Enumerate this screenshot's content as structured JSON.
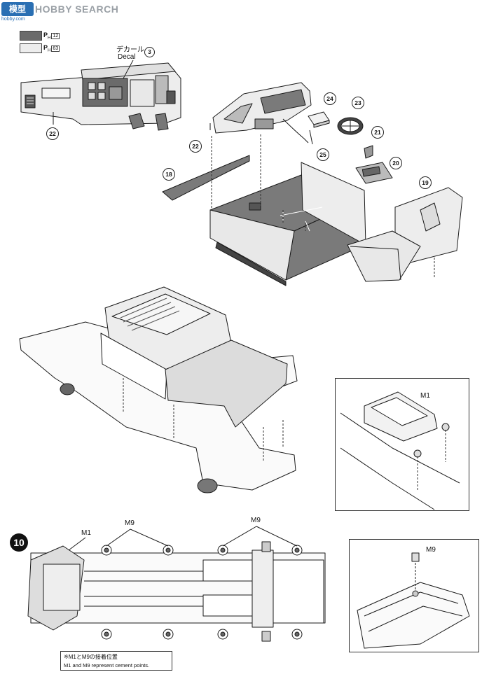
{
  "watermark": {
    "logo": "模型",
    "text": "HOBBY SEARCH",
    "url": "hobby.com"
  },
  "legend": {
    "dark_page": "12",
    "light_page": "63",
    "prefix": "P",
    "sub": "H",
    "dark_color": "#6b6b6b",
    "light_color": "#ededed"
  },
  "decal": {
    "jp": "デカール",
    "en": "Decal",
    "num": "3"
  },
  "parts": {
    "p22_left": "22",
    "p22": "22",
    "p24": "24",
    "p23": "23",
    "p25": "25",
    "p21": "21",
    "p20": "20",
    "p18": "18",
    "p19": "19"
  },
  "inset_top": {
    "label": "M1"
  },
  "step": {
    "number": "10"
  },
  "chassis": {
    "m1": "M1",
    "m9_a": "M9",
    "m9_b": "M9"
  },
  "inset_bottom": {
    "label": "M9"
  },
  "note": {
    "jp": "※M1とM9の接着位置",
    "en": "M1 and M9 represent cement points."
  },
  "colors": {
    "line": "#1a1a1a",
    "gray_part": "#7a7a7a",
    "light_part": "#eeeeee"
  }
}
